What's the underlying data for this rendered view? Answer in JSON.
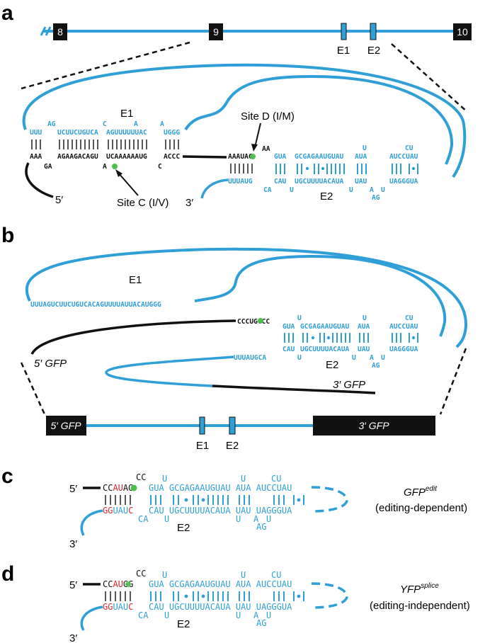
{
  "panels": {
    "a": "a",
    "b": "b",
    "c": "c",
    "d": "d"
  },
  "colors": {
    "blue": "#2f9fd8",
    "black": "#111111",
    "green": "#4cc04c",
    "red": "#e0262b"
  },
  "exons": {
    "e8": "8",
    "e9": "9",
    "e10": "10",
    "E1": "E1",
    "E2": "E2"
  },
  "a": {
    "E1_label": "E1",
    "E2_label": "E2",
    "site_c": "Site C (I/V)",
    "site_d": "Site D (I/M)",
    "five": "5′",
    "three": "3′",
    "e1_top_bulge": [
      "AG",
      "C",
      "A",
      "A"
    ],
    "e1_top": [
      "UUU",
      "UCUUCUGUCA",
      "AGUUUUUUAC",
      "UGGG"
    ],
    "e1_bot": [
      "AAA",
      "AGAAGACAGU",
      "UCAAAAAAUG",
      "ACCC"
    ],
    "e1_bot_bulge": [
      "GA",
      "A",
      "C"
    ],
    "aa": "AA",
    "aauac": "AAAUAC",
    "uuuaug": "UUUAUG",
    "e2_top": [
      "GUA",
      "GCGAGAAUGUAU",
      "AUA",
      "AUCCUAU"
    ],
    "e2_top_bulge": [
      "U",
      "CU"
    ],
    "e2_bot": [
      "CAU",
      "UGCUUUUACAUA",
      "UAU",
      "UAGGGUA"
    ],
    "e2_bot_bulge": [
      "CA",
      "U",
      "U",
      "A",
      "U",
      "AG"
    ]
  },
  "b": {
    "E1_label": "E1",
    "E2_label": "E2",
    "e1_seq": "UUUAGUCUUCUGUCACAGUUUUAUUACAUGGG",
    "cccug": "CCCUGGCC",
    "uuuaugca": "UUUAUGCA",
    "five_gfp": "5′ GFP",
    "three_gfp": "3′ GFP",
    "bar_5": "5′ GFP",
    "bar_3": "3′ GFP"
  },
  "c": {
    "five": "5′",
    "three": "3′",
    "E2_label": "E2",
    "cc": "CC",
    "title_main": "GFP",
    "title_sup": "edit",
    "subtitle": "(editing-dependent)"
  },
  "d": {
    "five": "5′",
    "three": "3′",
    "E2_label": "E2",
    "cc": "CC",
    "title_main": "YFP",
    "title_sup": "splice",
    "subtitle": "(editing-independent)"
  }
}
